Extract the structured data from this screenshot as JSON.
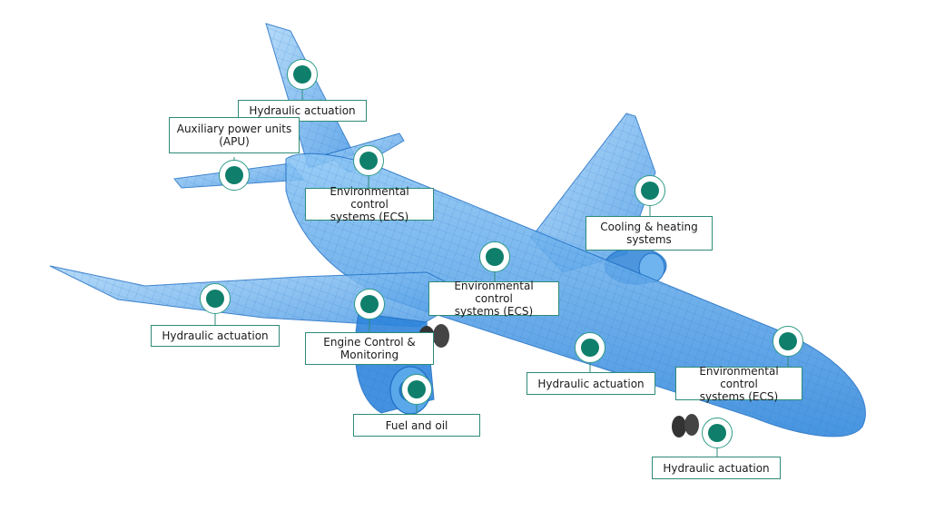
{
  "colors": {
    "accent": "#0f7f6b",
    "border": "#2e8b78",
    "plane_fill": "#5aa8ea",
    "plane_line": "#1f6fc4"
  },
  "callouts": [
    {
      "id": "hydraulic-actuation-tail",
      "text": "Hydraulic actuation"
    },
    {
      "id": "apu",
      "text": "Auxiliary power units\n(APU)"
    },
    {
      "id": "ecs-rear",
      "text": "Environmental control\nsystems (ECS)"
    },
    {
      "id": "cooling-heating",
      "text": "Cooling & heating\nsystems"
    },
    {
      "id": "ecs-mid",
      "text": "Environmental control\nsystems (ECS)"
    },
    {
      "id": "hydraulic-actuation-left-wing",
      "text": "Hydraulic actuation"
    },
    {
      "id": "engine-control",
      "text": "Engine Control &\nMonitoring"
    },
    {
      "id": "hydraulic-actuation-belly",
      "text": "Hydraulic actuation"
    },
    {
      "id": "ecs-nose",
      "text": "Environmental control\nsystems (ECS)"
    },
    {
      "id": "fuel-oil",
      "text": "Fuel and oil"
    },
    {
      "id": "hydraulic-actuation-gear",
      "text": "Hydraulic actuation"
    }
  ]
}
